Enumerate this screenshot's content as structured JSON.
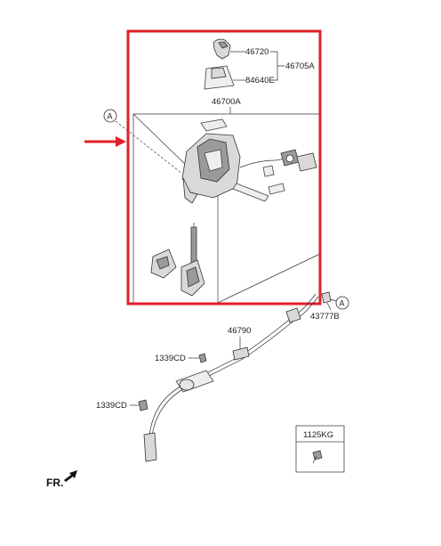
{
  "diagram": {
    "labels": {
      "knob": "46720",
      "knob_assy": "46705A",
      "boot": "84640E",
      "lever_assy": "46700A",
      "ref_a_top": "A",
      "ref_a_bottom": "A",
      "clip": "43777B",
      "cable": "46790",
      "bolt_upper": "1339CD",
      "bolt_lower": "1339CD",
      "box_part": "1125KG",
      "direction": "FR."
    },
    "colors": {
      "highlight_box": "#e0202a",
      "arrow": "#e0202a",
      "line": "#333333"
    },
    "icons": [
      "front-direction-arrow-icon",
      "red-pointer-arrow-icon"
    ]
  }
}
